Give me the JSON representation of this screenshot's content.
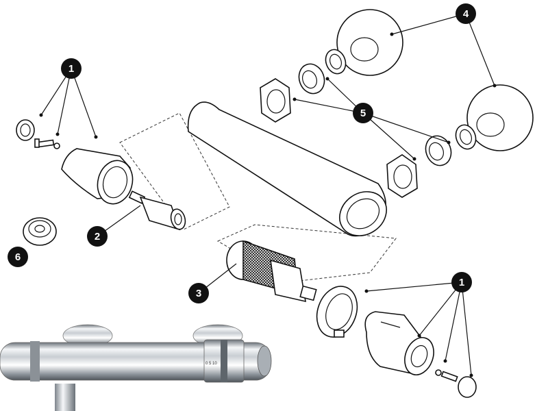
{
  "callouts": [
    {
      "id": "c1a",
      "label": "1"
    },
    {
      "id": "c2",
      "label": "2"
    },
    {
      "id": "c3",
      "label": "3"
    },
    {
      "id": "c4",
      "label": "4"
    },
    {
      "id": "c5",
      "label": "5"
    },
    {
      "id": "c6",
      "label": "6"
    },
    {
      "id": "c1b",
      "label": "1"
    }
  ],
  "photo": {
    "scale_marks": "0   5   10"
  },
  "colors": {
    "ink": "#111111",
    "callout_fill": "#111111",
    "callout_text": "#ffffff",
    "chrome_light": "#e9ecef",
    "chrome_dark": "#6c737a"
  }
}
